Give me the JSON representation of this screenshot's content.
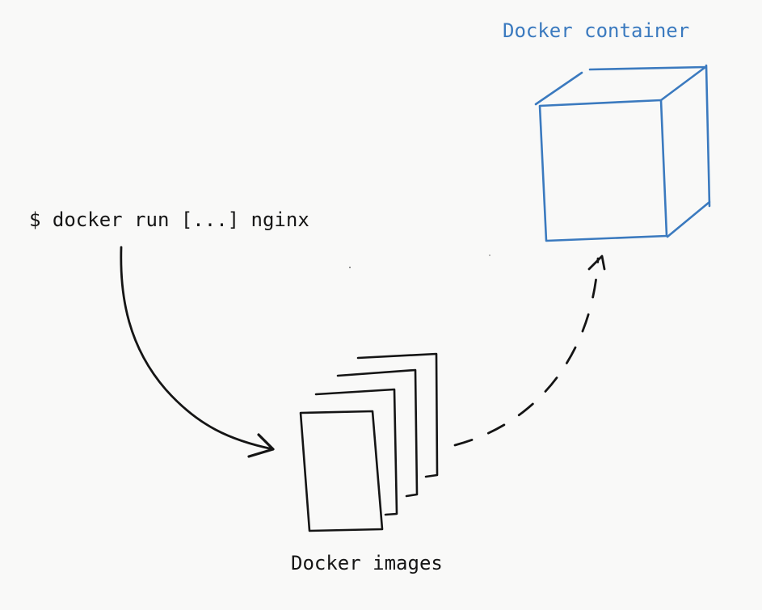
{
  "diagram": {
    "command": "$ docker run [...] nginx",
    "container_label": "Docker container",
    "images_label": "Docker images"
  },
  "colors": {
    "ink": "#151515",
    "accent": "#3b7abf",
    "background": "#f9f9f8"
  }
}
